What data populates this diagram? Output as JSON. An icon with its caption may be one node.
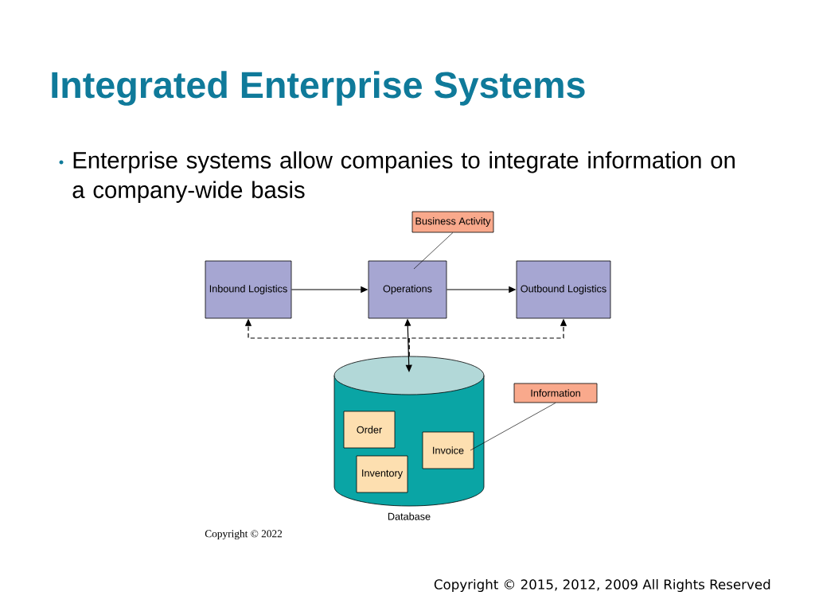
{
  "diagram": {
    "title": "Integrated Enterprise Systems",
    "nodes": [
      {
        "text": [
          "Business Activity"
        ]
      },
      {
        "text": [
          "Inbound Logistics"
        ]
      },
      {
        "text": [
          "Operations"
        ]
      },
      {
        "text": [
          "Outbound Logistics"
        ]
      },
      {
        "text": [
          "Database"
        ]
      },
      {
        "text": [
          "Order"
        ],
        "in": 4
      },
      {
        "text": [
          "Inventory"
        ],
        "in": 4
      },
      {
        "text": [
          "Invoice"
        ],
        "in": 4
      },
      {
        "text": [
          "Information"
        ]
      }
    ],
    "edges": [
      {
        "from": 0,
        "to": 2,
        "arrow": "none"
      },
      {
        "from": 1,
        "to": 2,
        "arrow": "to"
      },
      {
        "from": 2,
        "to": 3,
        "arrow": "to"
      },
      {
        "from": 4,
        "to": 2,
        "arrow": "both"
      },
      {
        "from": 4,
        "to": 1,
        "arrow": "to",
        "style": "dashed"
      },
      {
        "from": 4,
        "to": 3,
        "arrow": "to",
        "style": "dashed"
      },
      {
        "from": 8,
        "to": 7,
        "arrow": "none"
      }
    ],
    "labels": [
      "Enterprise systems allow companies to integrate information on a company-wide basis",
      "Copyright © 2022",
      "Copyright © 2015, 2012, 2009 All Rights Reserved"
    ]
  }
}
